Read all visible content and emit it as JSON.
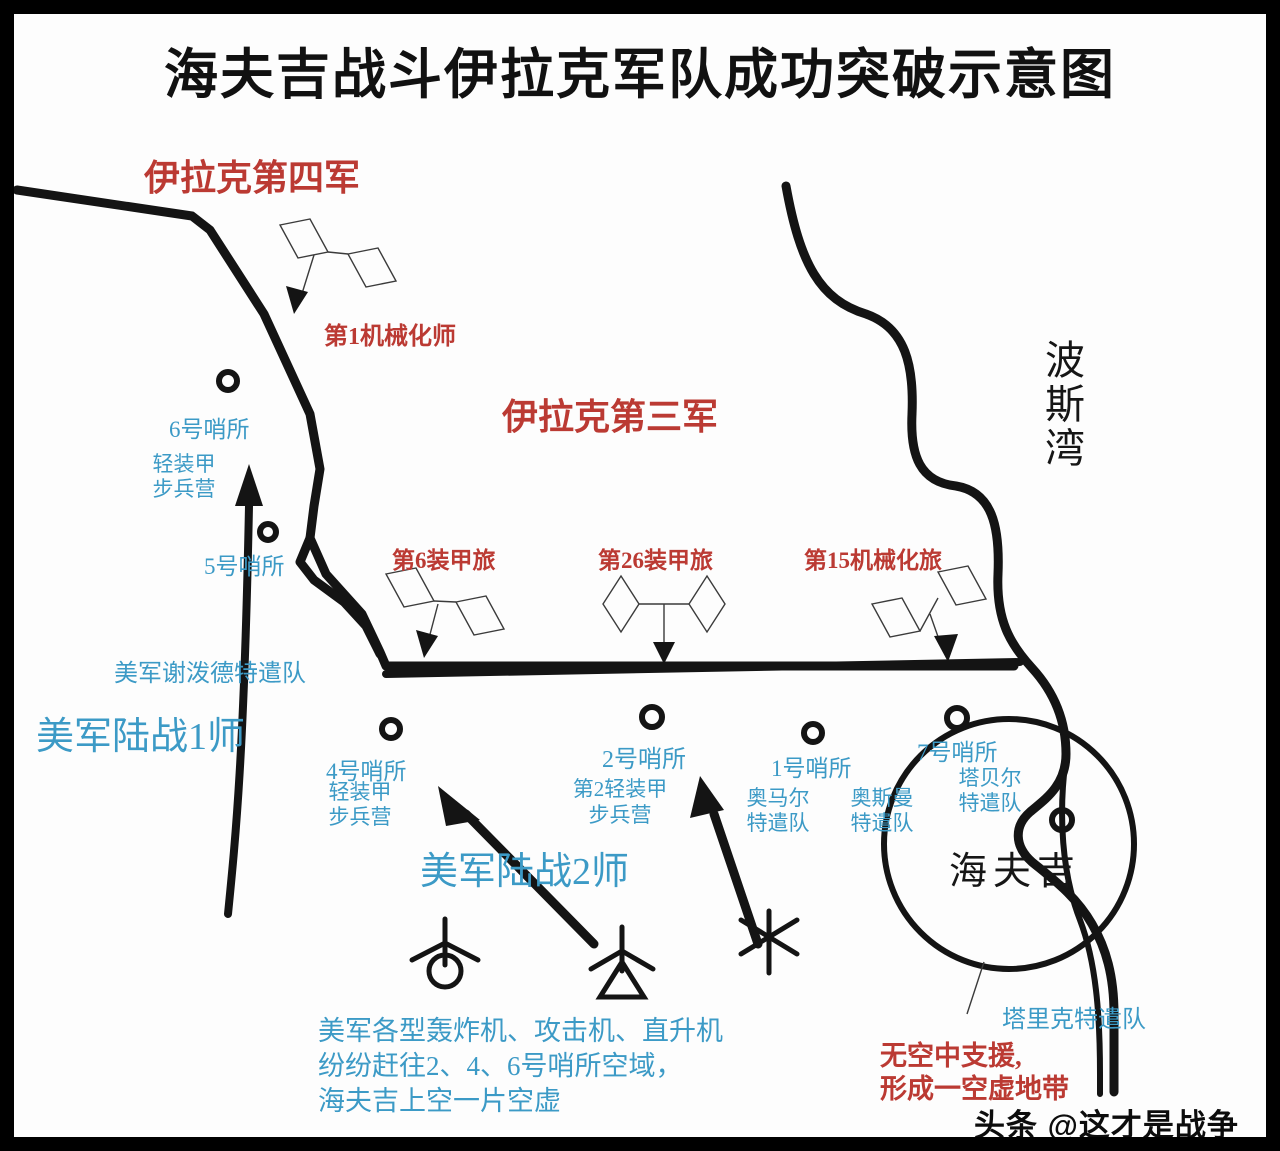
{
  "title": "海夫吉战斗伊拉克军队成功突破示意图",
  "colors": {
    "red": "#bb3a33",
    "blue": "#3c9ac6",
    "black": "#141414",
    "background": "#fdfdfd",
    "frame": "#000000"
  },
  "iraqi_forces": {
    "fourth_corps": "伊拉克第四军",
    "third_corps": "伊拉克第三军",
    "units": [
      {
        "label": "第1机械化师",
        "symbol": "mechanized-division-symbol"
      },
      {
        "label": "第6装甲旅",
        "symbol": "armored-brigade-symbol"
      },
      {
        "label": "第26装甲旅",
        "symbol": "armored-brigade-symbol"
      },
      {
        "label": "第15机械化旅",
        "symbol": "mechanized-brigade-symbol"
      }
    ]
  },
  "coalition_forces": {
    "marine_div_1": "美军陆战1师",
    "marine_div_2": "美军陆战2师",
    "shepherd_task_force": "美军谢泼德特遣队"
  },
  "outposts": [
    {
      "id": "6",
      "label": "6号哨所",
      "unit": "轻装甲\n步兵营",
      "unit_line1": "轻装甲",
      "unit_line2": "步兵营"
    },
    {
      "id": "5",
      "label": "5号哨所",
      "unit_line1": "",
      "unit_line2": ""
    },
    {
      "id": "4",
      "label": "4号哨所",
      "unit_line1": "轻装甲",
      "unit_line2": "步兵营"
    },
    {
      "id": "2",
      "label": "2号哨所",
      "unit_line1": "第2轻装甲",
      "unit_line2": "步兵营"
    },
    {
      "id": "1",
      "label": "1号哨所",
      "unit_line1": "",
      "unit_line2": ""
    },
    {
      "id": "7",
      "label": "7号哨所",
      "unit_line1": "",
      "unit_line2": ""
    }
  ],
  "task_forces": [
    {
      "name_line1": "奥马尔",
      "name_line2": "特遣队"
    },
    {
      "name_line1": "奥斯曼",
      "name_line2": "特遣队"
    },
    {
      "name_line1": "塔贝尔",
      "name_line2": "特遣队"
    },
    {
      "name": "塔里克特遣队"
    }
  ],
  "geography": {
    "persian_gulf": "波斯湾",
    "khafji": "海夫吉"
  },
  "annotations": {
    "air_support_line1": "美军各型轰炸机、攻击机、直升机",
    "air_support_line2": "纷纷赶往2、4、6号哨所空域，",
    "air_support_line3": "海夫吉上空一片空虚",
    "no_air_line1": "无空中支援,",
    "no_air_line2": "形成一空虚地带"
  },
  "aircraft_symbols": [
    {
      "name": "helicopter-symbol"
    },
    {
      "name": "attack-aircraft-symbol"
    },
    {
      "name": "bomber-symbol"
    }
  ],
  "watermark": "头条 @这才是战争"
}
